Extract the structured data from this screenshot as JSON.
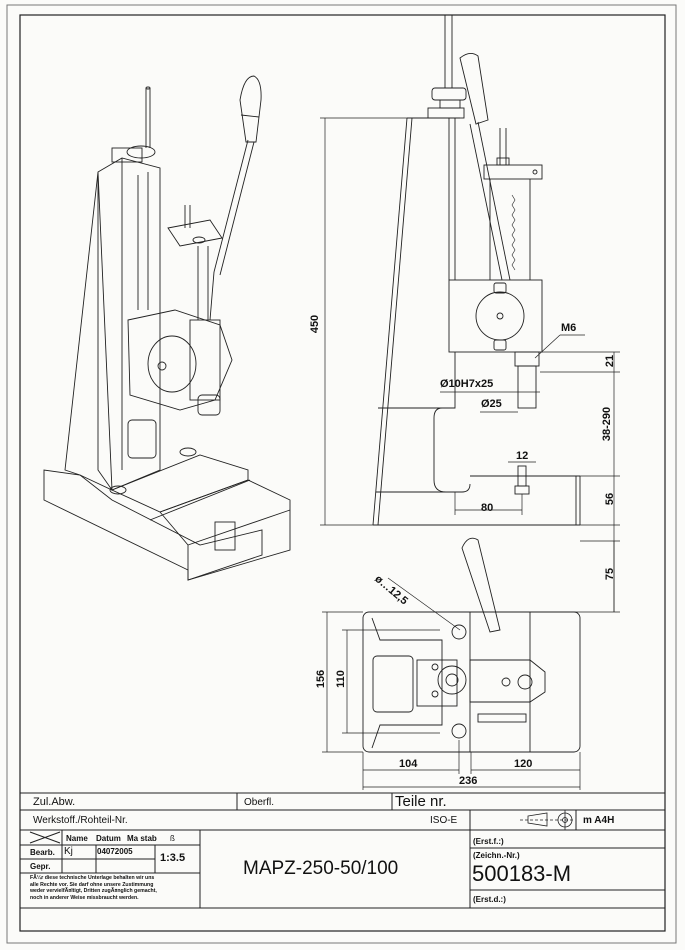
{
  "title_block": {
    "zul_abw_label": "Zul.Abw.",
    "oberfl_label": "Oberfl.",
    "teile_nr_label": "Teile nr.",
    "werkstoff_label": "Werkstoff./Rohteil-Nr.",
    "iso_label": "ISO-E",
    "projection_symbol": "first-angle-projection-icon",
    "tolerance_class": "m A4H",
    "headers": {
      "name": "Name",
      "datum": "Datum",
      "massstab": "Ma stab",
      "b": "ß"
    },
    "rows": [
      {
        "label": "Bearb.",
        "name": "Kj",
        "datum": "04072005"
      },
      {
        "label": "Gepr.",
        "name": "",
        "datum": ""
      }
    ],
    "scale": "1:3.5",
    "copyright_note": "FÃ¼r diese technische Unterlage behalten wir uns alle Rechte vor. Sie darf ohne unsere Zustimmung weder vervielfÃ¤ltigt, Dritten zugÃ¤nglich gemacht, noch in anderer Weise missbraucht werden.",
    "drawing_title": "MAPZ-250-50/100",
    "erst_f_label": "(Erst.f.:)",
    "zeichn_nr_label": "(Zeichn.-Nr.)",
    "drawing_number": "500183-M",
    "erst_d_label": "(Erst.d.:)"
  },
  "views": {
    "isometric": {
      "name": "isometric-view"
    },
    "side": {
      "name": "side-view",
      "dimensions": {
        "overall_height": "450",
        "thread": "M6",
        "bore": "Ø10H7x25",
        "shank": "Ø25",
        "d21": "21",
        "stroke": "38-290",
        "slot": "12",
        "d56": "56",
        "throat": "80"
      }
    },
    "top": {
      "name": "top-view",
      "dimensions": {
        "handle": "75",
        "hole": "ø…12,5",
        "width_156": "156",
        "width_110": "110",
        "d104": "104",
        "d120": "120",
        "d236": "236"
      }
    }
  }
}
